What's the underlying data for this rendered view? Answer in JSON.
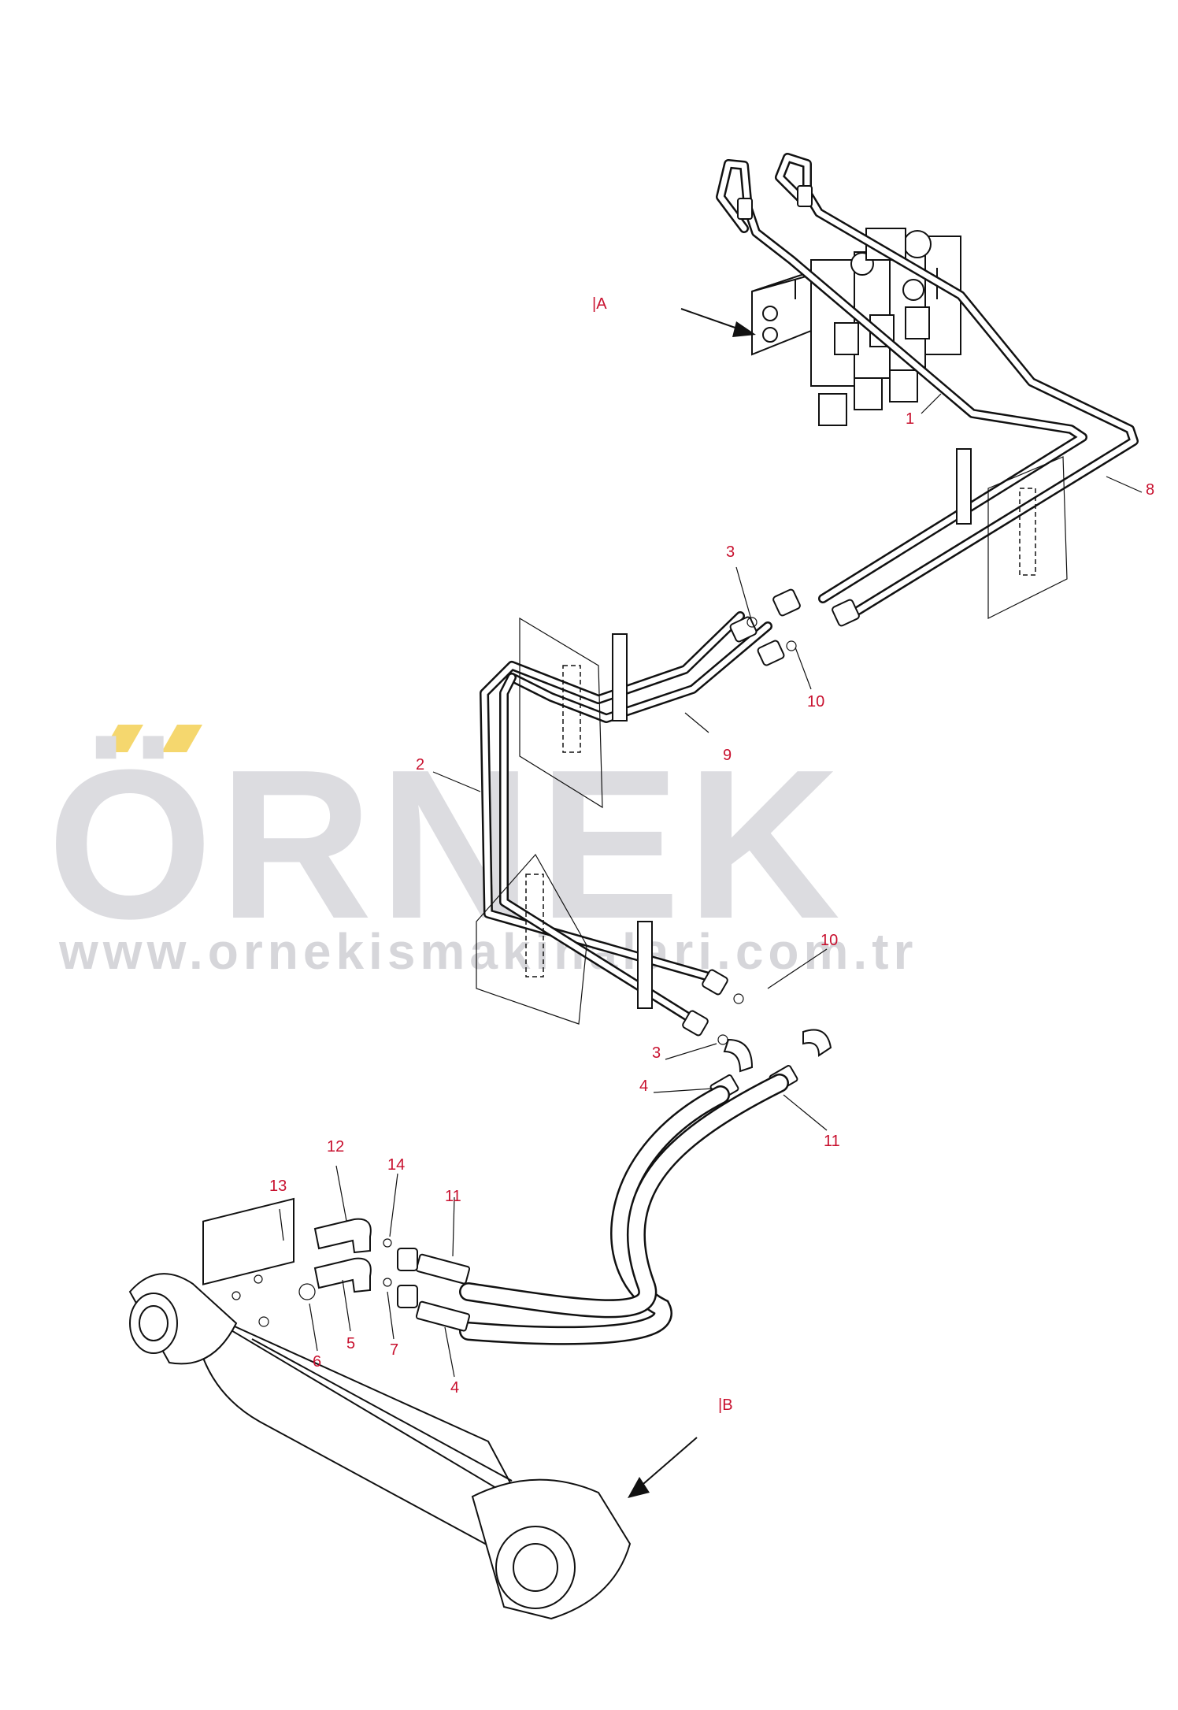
{
  "watermark": {
    "brand": "ÖRNEK",
    "url": "www.ornekismakinalari.com.tr",
    "accent_color": "#f5d76e",
    "text_color": "#dcdce0"
  },
  "views": {
    "a": "|A",
    "b": "|B"
  },
  "callouts": {
    "c1": "1",
    "c8": "8",
    "c3_upper": "3",
    "c10_upper": "10",
    "c9": "9",
    "c2": "2",
    "c10_lower": "10",
    "c3_lower": "3",
    "c4_upper": "4",
    "c11_upper": "11",
    "c12": "12",
    "c13": "13",
    "c14": "14",
    "c11_lower": "11",
    "c5": "5",
    "c6": "6",
    "c7": "7",
    "c4_lower": "4"
  },
  "colors": {
    "callout": "#c8102e",
    "line": "#111111"
  }
}
